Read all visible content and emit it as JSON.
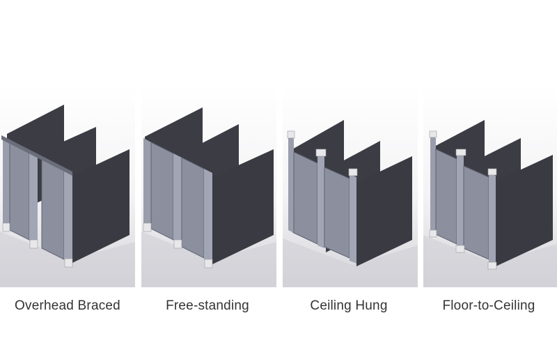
{
  "figure": {
    "panels": [
      {
        "caption": "Overhead Braced"
      },
      {
        "caption": "Free-standing"
      },
      {
        "caption": "Ceiling Hung"
      },
      {
        "caption": "Floor-to-Ceiling"
      }
    ]
  },
  "colors": {
    "panel_dark": "#3c3c44",
    "door": "#8c8f9e",
    "door_edge": "#5e6170",
    "pilaster": "#9a9dab",
    "shoe": "#e8e8ea",
    "background_top": "#ffffff",
    "background_bottom": "#d9d9de"
  }
}
